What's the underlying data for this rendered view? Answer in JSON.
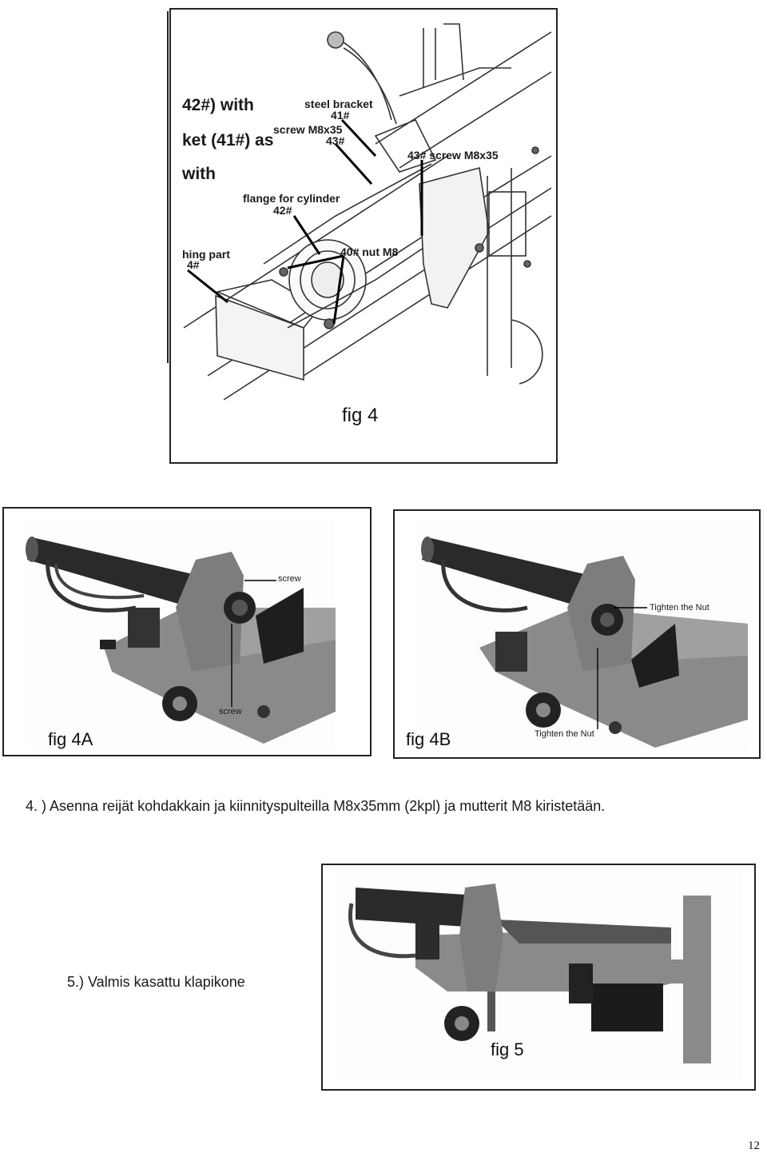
{
  "fig4": {
    "caption": "fig 4",
    "left_text": [
      "42#) with",
      "ket (41#) as",
      "with"
    ],
    "labels": {
      "steel_bracket": "steel bracket",
      "n41": "41#",
      "screw_m8": "screw M8x35",
      "n43": "43#",
      "screw43": "43# screw M8x35",
      "flange": "flange for cylinder",
      "n42": "42#",
      "nut40": "40# nut M8",
      "hing": "hing part",
      "n4": "4#"
    }
  },
  "fig4a": {
    "caption": "fig 4A",
    "screw_top": "screw",
    "screw_bottom": "screw"
  },
  "fig4b": {
    "caption": "fig 4B",
    "tighten_top": "Tighten the Nut",
    "tighten_bottom": "Tighten the Nut"
  },
  "step4": "4. ) Asenna reijät kohdakkain ja kiinnityspulteilla M8x35mm (2kpl) ja mutterit M8 kiristetään.",
  "fig5": {
    "caption": "fig 5",
    "step5": "5.) Valmis kasattu klapikone"
  },
  "page_number": "12"
}
